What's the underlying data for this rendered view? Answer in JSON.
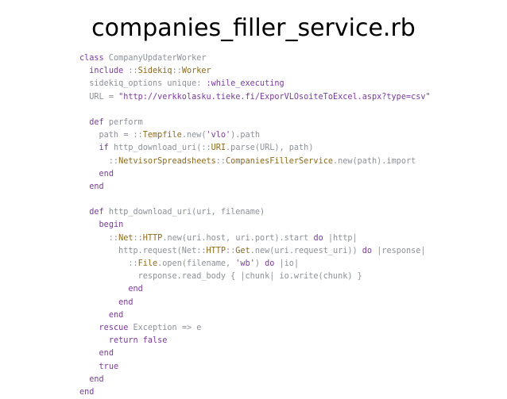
{
  "slide": {
    "title": "companies_filler_service.rb"
  },
  "code": {
    "language": "ruby",
    "lines": [
      [
        [
          "kw",
          "class"
        ],
        [
          "plain",
          " CompanyUpdaterWorker"
        ]
      ],
      [
        [
          "plain",
          "  "
        ],
        [
          "kw",
          "include"
        ],
        [
          "plain",
          " ::"
        ],
        [
          "const",
          "Sidekiq"
        ],
        [
          "plain",
          "::"
        ],
        [
          "const",
          "Worker"
        ]
      ],
      [
        [
          "plain",
          "  sidekiq_options unique: "
        ],
        [
          "sym",
          ":while_executing"
        ]
      ],
      [
        [
          "plain",
          "  URL = "
        ],
        [
          "str",
          "\"http://verkkolasku.tieke.fi/ExporVLOsoiteToExcel.aspx?type=csv\""
        ]
      ],
      [
        [
          "plain",
          ""
        ]
      ],
      [
        [
          "plain",
          "  "
        ],
        [
          "kw",
          "def"
        ],
        [
          "plain",
          " perform"
        ]
      ],
      [
        [
          "plain",
          "    path = ::"
        ],
        [
          "const",
          "Tempfile"
        ],
        [
          "plain",
          ".new("
        ],
        [
          "str",
          "'vlo'"
        ],
        [
          "plain",
          ").path"
        ]
      ],
      [
        [
          "plain",
          "    "
        ],
        [
          "kw",
          "if"
        ],
        [
          "plain",
          " http_download_uri(::"
        ],
        [
          "const",
          "URI"
        ],
        [
          "plain",
          ".parse(URL), path)"
        ]
      ],
      [
        [
          "plain",
          "      ::"
        ],
        [
          "const",
          "NetvisorSpreadsheets"
        ],
        [
          "plain",
          "::"
        ],
        [
          "const",
          "CompaniesFillerService"
        ],
        [
          "plain",
          ".new(path).import"
        ]
      ],
      [
        [
          "plain",
          "    "
        ],
        [
          "kw",
          "end"
        ]
      ],
      [
        [
          "plain",
          "  "
        ],
        [
          "kw",
          "end"
        ]
      ],
      [
        [
          "plain",
          ""
        ]
      ],
      [
        [
          "plain",
          "  "
        ],
        [
          "kw",
          "def"
        ],
        [
          "plain",
          " http_download_uri(uri, filename)"
        ]
      ],
      [
        [
          "plain",
          "    "
        ],
        [
          "kw",
          "begin"
        ]
      ],
      [
        [
          "plain",
          "      ::"
        ],
        [
          "const",
          "Net"
        ],
        [
          "plain",
          "::"
        ],
        [
          "const",
          "HTTP"
        ],
        [
          "plain",
          ".new(uri.host, uri.port).start "
        ],
        [
          "kw",
          "do"
        ],
        [
          "plain",
          " |http|"
        ]
      ],
      [
        [
          "plain",
          "        http.request(Net::"
        ],
        [
          "const",
          "HTTP"
        ],
        [
          "plain",
          "::"
        ],
        [
          "const",
          "Get"
        ],
        [
          "plain",
          ".new(uri.request_uri)) "
        ],
        [
          "kw",
          "do"
        ],
        [
          "plain",
          " |response|"
        ]
      ],
      [
        [
          "plain",
          "          ::"
        ],
        [
          "const",
          "File"
        ],
        [
          "plain",
          ".open(filename, "
        ],
        [
          "str",
          "'wb'"
        ],
        [
          "plain",
          ") "
        ],
        [
          "kw",
          "do"
        ],
        [
          "plain",
          " |io|"
        ]
      ],
      [
        [
          "plain",
          "            response.read_body { |chunk| io.write(chunk) }"
        ]
      ],
      [
        [
          "plain",
          "          "
        ],
        [
          "kw",
          "end"
        ]
      ],
      [
        [
          "plain",
          "        "
        ],
        [
          "kw",
          "end"
        ]
      ],
      [
        [
          "plain",
          "      "
        ],
        [
          "kw",
          "end"
        ]
      ],
      [
        [
          "plain",
          "    "
        ],
        [
          "kw",
          "rescue"
        ],
        [
          "plain",
          " Exception => e"
        ]
      ],
      [
        [
          "plain",
          "      "
        ],
        [
          "kw",
          "return"
        ],
        [
          "plain",
          " "
        ],
        [
          "kw",
          "false"
        ]
      ],
      [
        [
          "plain",
          "    "
        ],
        [
          "kw",
          "end"
        ]
      ],
      [
        [
          "plain",
          "    "
        ],
        [
          "kw",
          "true"
        ]
      ],
      [
        [
          "plain",
          "  "
        ],
        [
          "kw",
          "end"
        ]
      ],
      [
        [
          "kw",
          "end"
        ]
      ]
    ]
  },
  "colors": {
    "keyword": "#7a3a9e",
    "constant": "#8c6a1a",
    "plain": "#8c9098",
    "background": "#ffffff"
  }
}
